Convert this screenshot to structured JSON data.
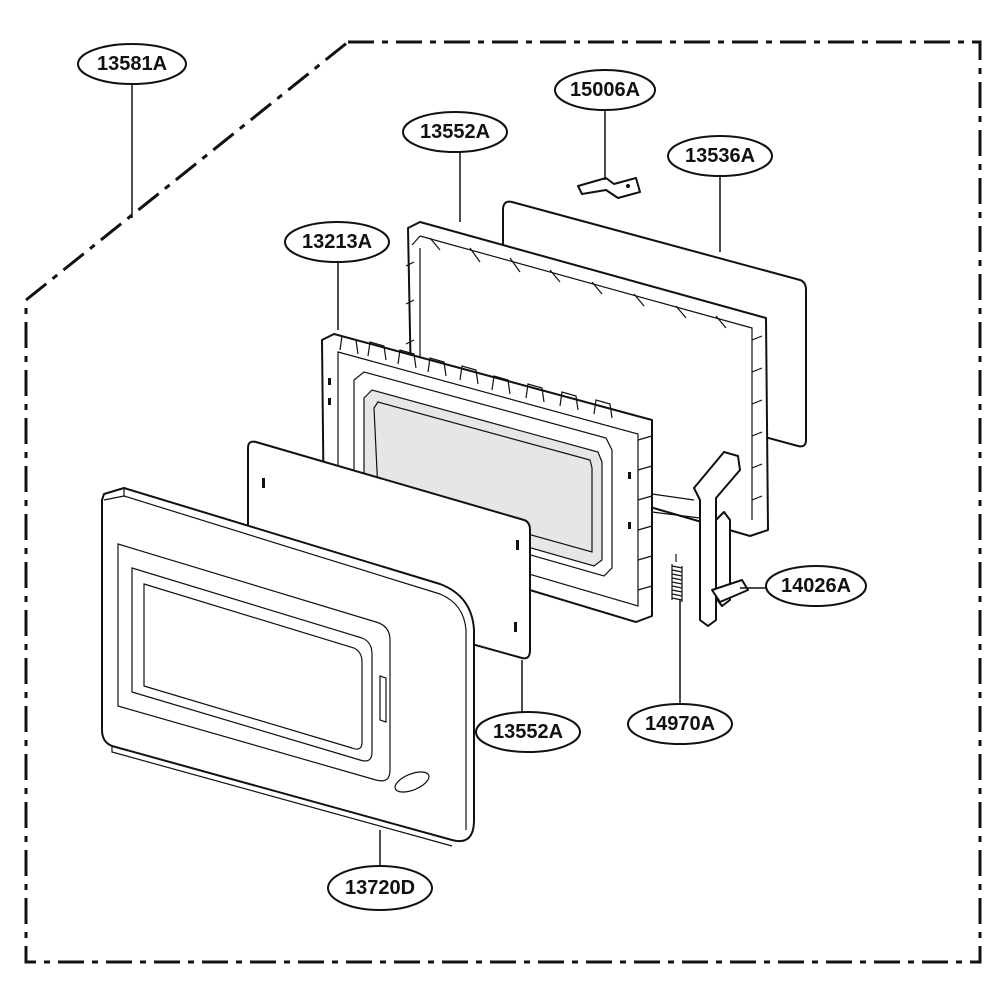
{
  "diagram": {
    "colors": {
      "line": "#111111",
      "background": "#ffffff",
      "glass": "#e6e6e6"
    },
    "labels": {
      "assembly": "13581A",
      "clip": "15006A",
      "choke_cover": "13536A",
      "door_frame_rear": "13552A",
      "door_inner": "13213A",
      "door_frame_front": "13552A",
      "latch_hook": "14026A",
      "spring": "14970A",
      "door_front": "13720D"
    }
  }
}
